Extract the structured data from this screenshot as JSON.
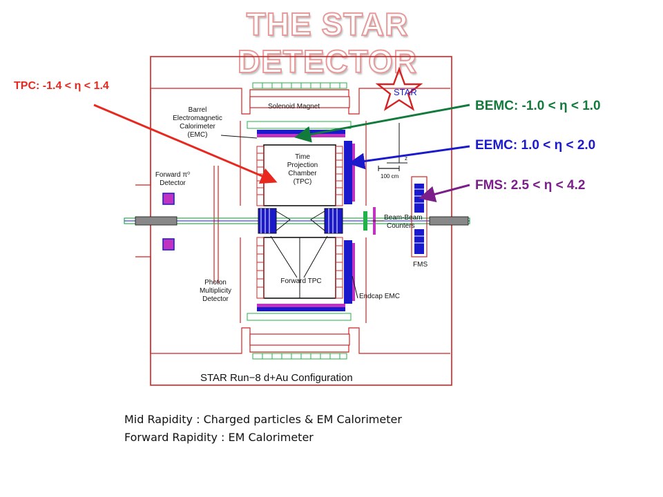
{
  "slide_title": "The STAR Detector",
  "callouts": {
    "tpc": "TPC: -1.4 < η < 1.4",
    "bemc": "BEMC: -1.0 < η  < 1.0",
    "eemc": "EEMC: 1.0 < η < 2.0",
    "fms": "FMS:  2.5 < η < 4.2"
  },
  "diagram_labels": {
    "solenoid": "Solenoid Magnet",
    "bemc_line1": "Barrel",
    "bemc_line2": "Electromagnetic",
    "bemc_line3": "Calorimeter",
    "bemc_line4": "(EMC)",
    "tpc_line1": "Time",
    "tpc_line2": "Projection",
    "tpc_line3": "Chamber",
    "tpc_line4": "(TPC)",
    "fpd_line1": "Forward π⁰",
    "fpd_line2": "Detector",
    "pmd_line1": "Photon",
    "pmd_line2": "Multiplicity",
    "pmd_line3": "Detector",
    "ftpc": "Forward TPC",
    "bbc_line1": "Beam-Beam",
    "bbc_line2": "Counters",
    "eemc": "Endcap EMC",
    "fms": "FMS",
    "scale": "100 cm",
    "axis_z": "z",
    "logo": "STAR",
    "configuration": "STAR Run−8 d+Au Configuration"
  },
  "captions": {
    "line1": "Mid Rapidity : Charged particles & EM Calorimeter",
    "line2": "Forward Rapidity : EM Calorimeter"
  },
  "colors": {
    "tpc": "#e8281e",
    "bemc": "#127a3a",
    "eemc": "#1a1acc",
    "fms": "#7a1f8a",
    "title_outline": "#e69a9a"
  }
}
